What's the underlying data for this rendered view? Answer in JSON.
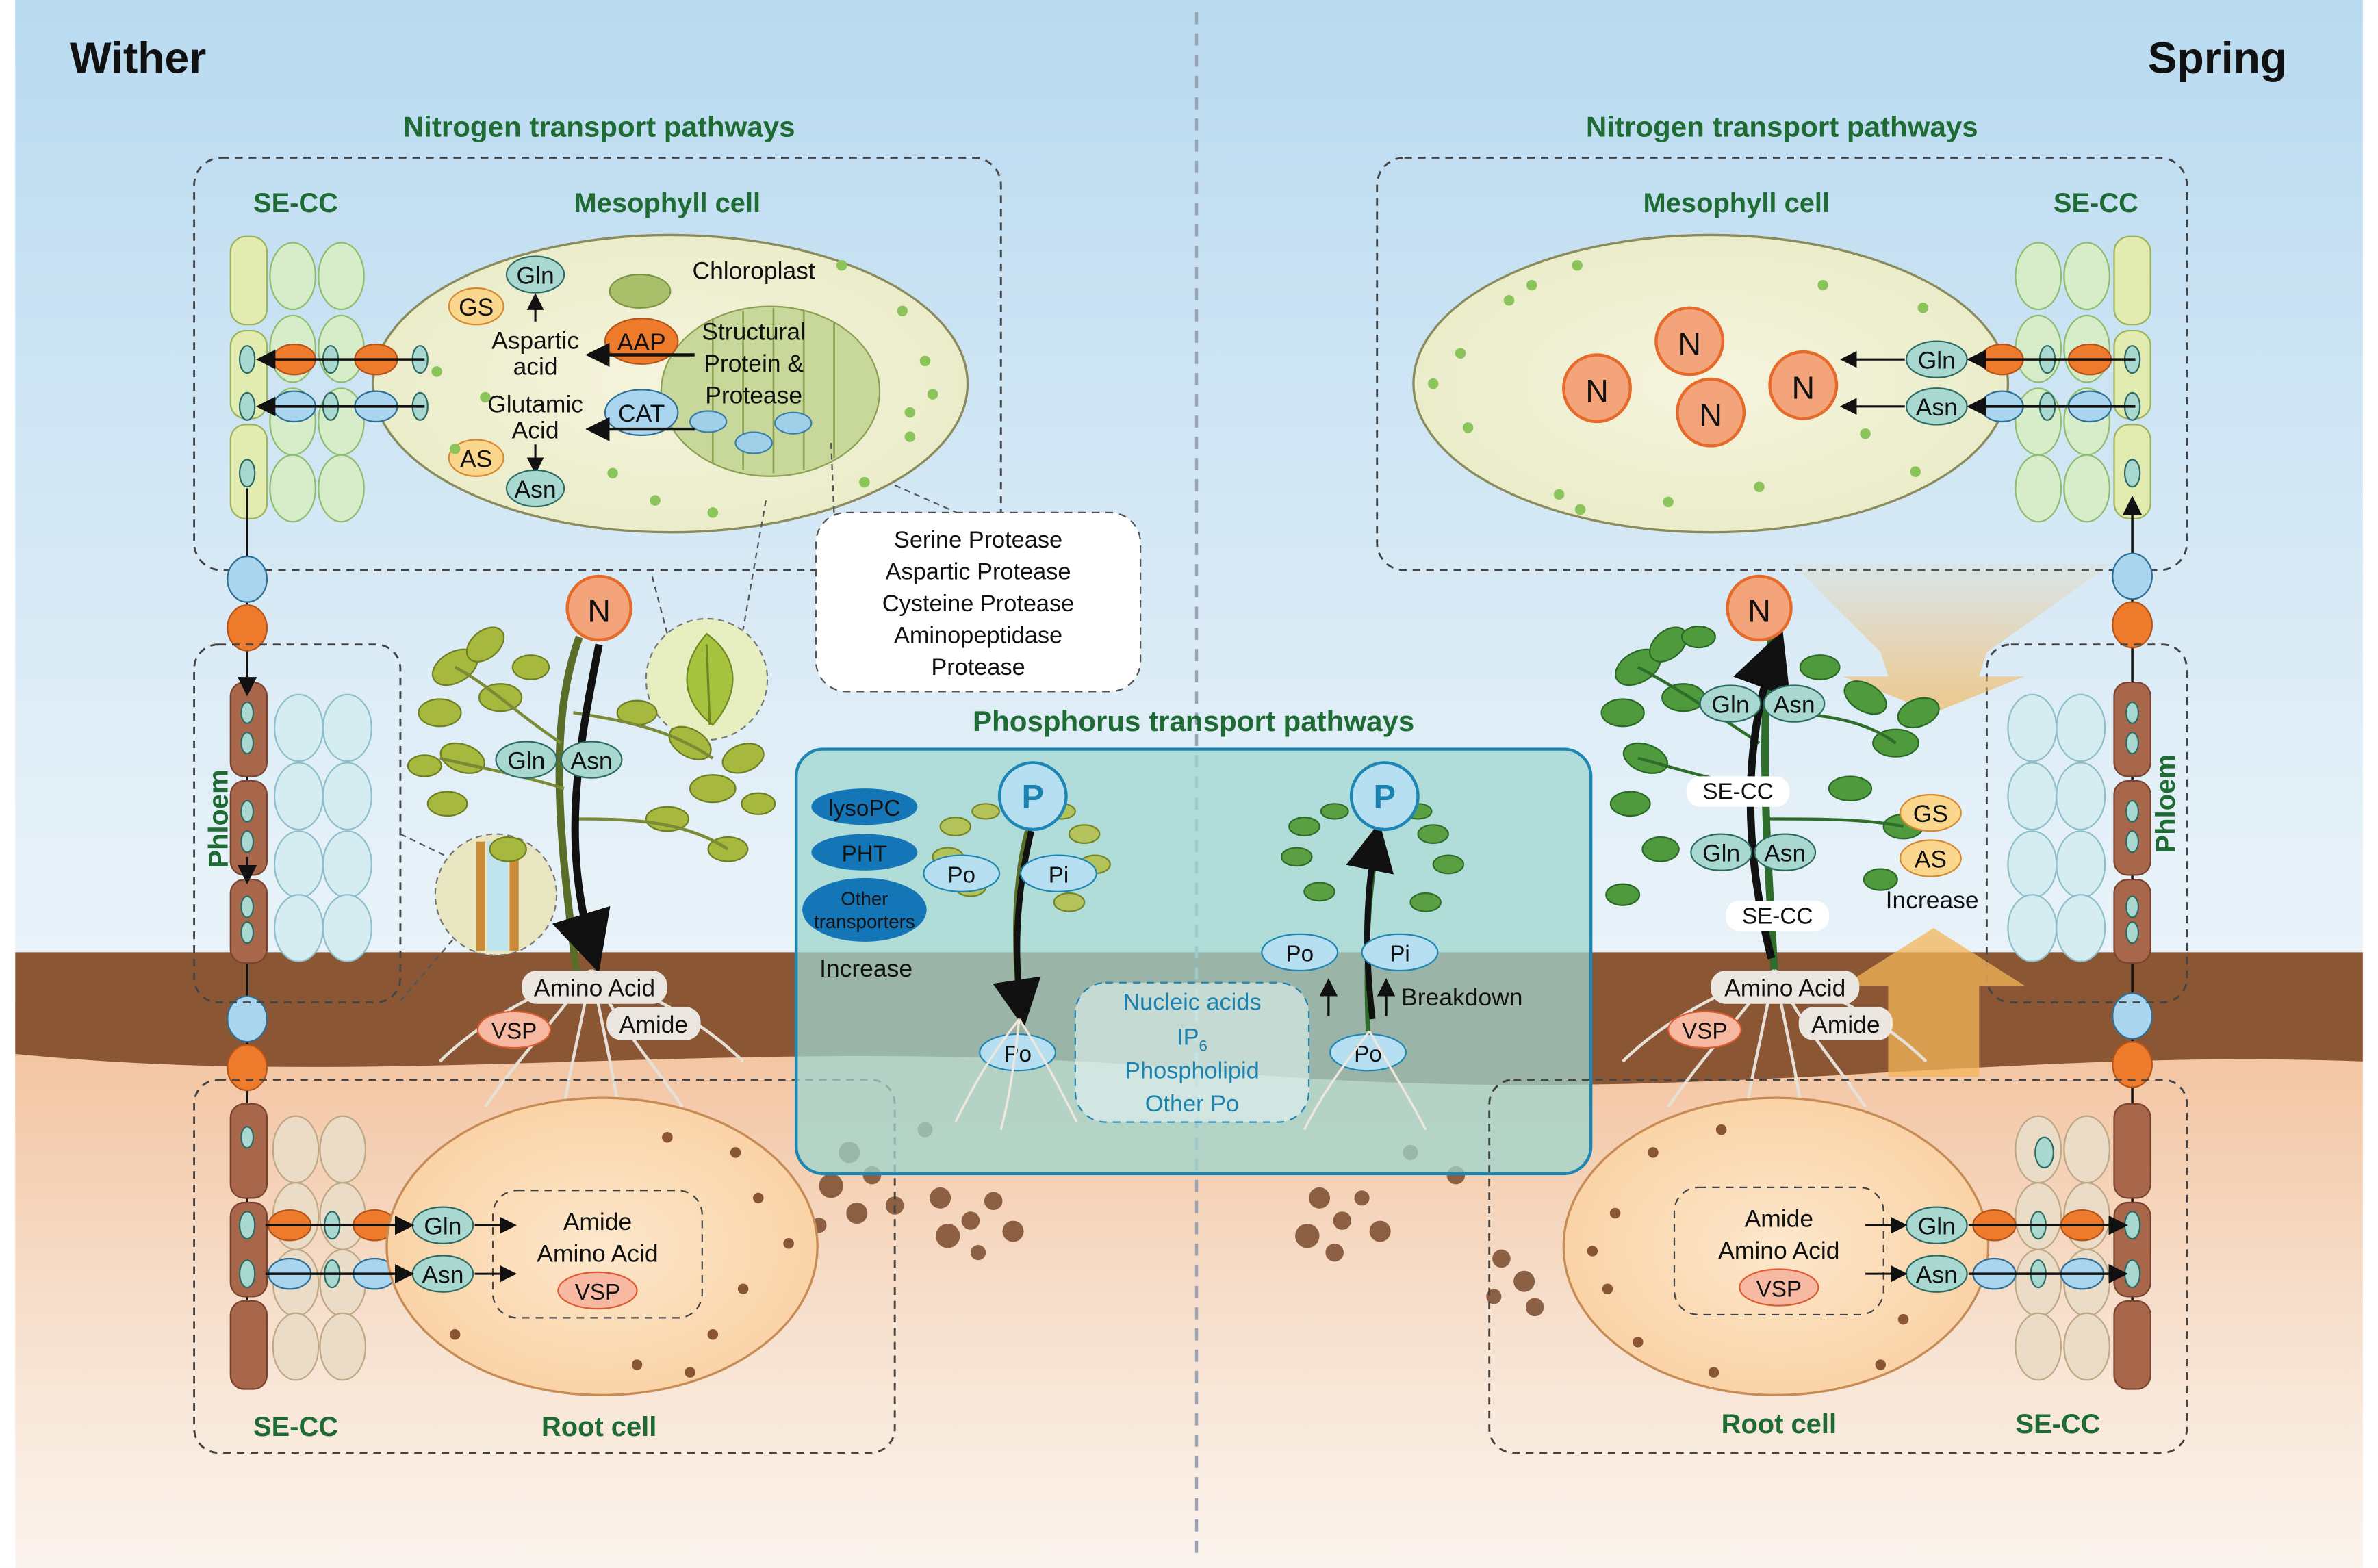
{
  "headings": {
    "left_season": "Wither",
    "right_season": "Spring"
  },
  "nitrogen": {
    "title_left": "Nitrogen transport pathways",
    "title_right": "Nitrogen transport pathways",
    "se_cc": "SE-CC",
    "mesophyll": "Mesophyll cell",
    "root_cell": "Root cell",
    "phloem": "Phloem",
    "chloroplast": "Chloroplast",
    "gln": "Gln",
    "asn": "Asn",
    "gs": "GS",
    "as": "AS",
    "aap": "AAP",
    "cat": "CAT",
    "aspartic_1": "Aspartic",
    "aspartic_2": "acid",
    "glutamic_1": "Glutamic",
    "glutamic_2": "Acid",
    "structural_1": "Structural",
    "structural_2": "Protein &",
    "structural_3": "Protease",
    "n": "N",
    "amino_acid": "Amino Acid",
    "amide": "Amide",
    "vsp": "VSP",
    "increase": "Increase"
  },
  "protease_list": [
    "Serine Protease",
    "Aspartic Protease",
    "Cysteine Protease",
    "Aminopeptidase",
    "Protease"
  ],
  "phosphorus": {
    "title": "Phosphorus transport pathways",
    "p": "P",
    "po": "Po",
    "pi": "Pi",
    "transporters": [
      "lysoPC",
      "PHT",
      "Other",
      "transporters"
    ],
    "increase": "Increase",
    "breakdown": "Breakdown",
    "po_list": [
      "Nucleic acids",
      "IP",
      "6",
      "Phospholipid",
      "Other Po"
    ]
  },
  "colors": {
    "sky_top": "#bcdcf1",
    "soil": "#8a5432",
    "subsoil": "#f4c9a6",
    "title_green": "#1f6b34",
    "orange": "#ee7a2c",
    "teal_panel": "#9fd3cf",
    "leaf_yellow": "#a7b83e",
    "leaf_green": "#4f9a3c"
  },
  "icons": [
    "plant-icon",
    "leaf-icon",
    "transporter-icon",
    "soil-particle-icon"
  ]
}
